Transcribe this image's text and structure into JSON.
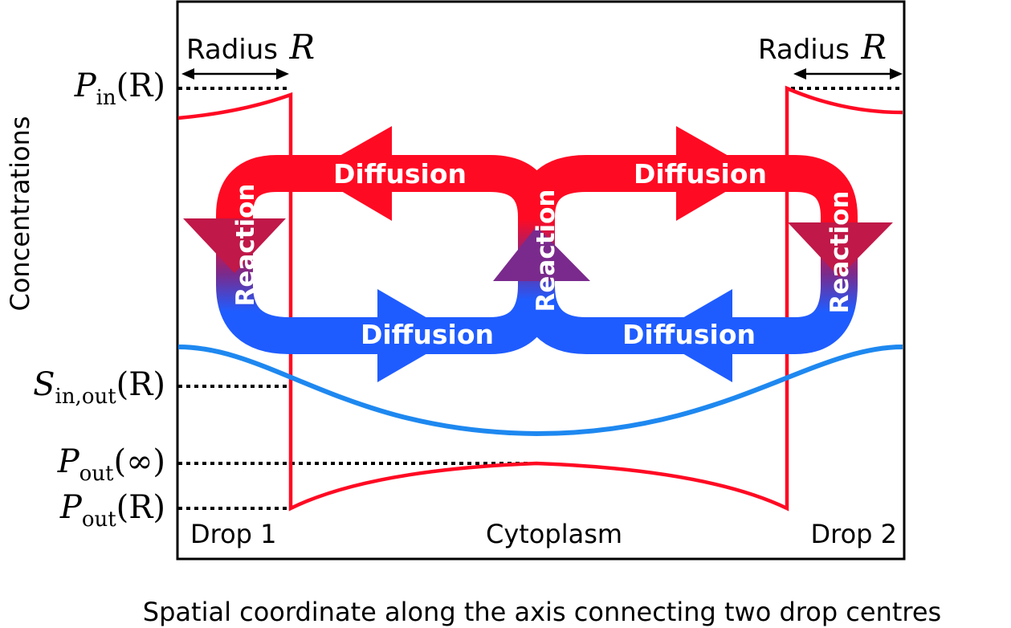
{
  "axes": {
    "y_label": "Concentrations",
    "x_label": "Spatial coordinate along the axis connecting two drop centres"
  },
  "regions": {
    "drop1": "Drop 1",
    "cytoplasm": "Cytoplasm",
    "drop2": "Drop 2"
  },
  "radius": {
    "word": "Radius",
    "symbol": "R"
  },
  "levels": {
    "p_in_R": {
      "sym": "P",
      "sub": "in",
      "arg": "(R)"
    },
    "s_in_out_R": {
      "sym": "S",
      "sub": "in,out",
      "arg": "(R)"
    },
    "p_out_inf": {
      "sym": "P",
      "sub": "out",
      "arg": "(∞)"
    },
    "p_out_R": {
      "sym": "P",
      "sub": "out",
      "arg": "(R)"
    }
  },
  "arrows": {
    "diffusion": "Diffusion",
    "reaction": "Reaction"
  },
  "colors": {
    "product": "#ff0a23",
    "substrate": "#1f5cff",
    "substrate_curve": "#1e88f0",
    "reaction_mid": "#7a2a8c"
  }
}
